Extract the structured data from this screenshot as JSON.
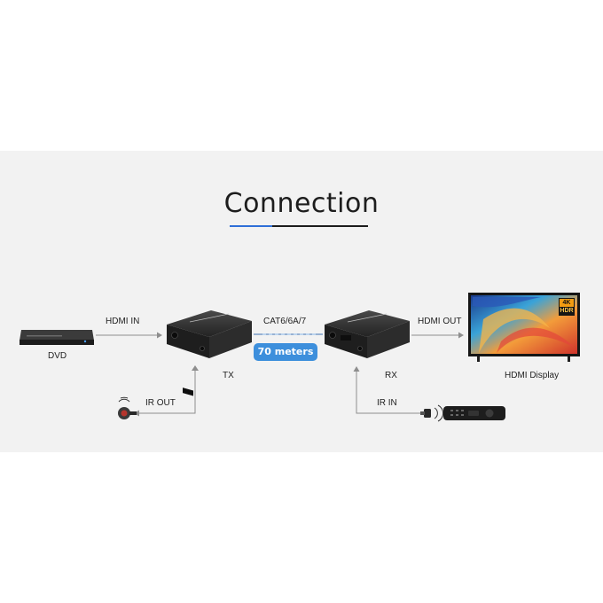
{
  "title": "Connection",
  "colors": {
    "accent_blue": "#3d8fdc",
    "line_gray": "#8e8e8e",
    "device_dark": "#2c2c2c",
    "tv_badge_orange": "#f39c12"
  },
  "diagram": {
    "source": {
      "label": "DVD",
      "icon": "dvd-player-icon"
    },
    "link_source_tx": {
      "label": "HDMI IN"
    },
    "transmitter": {
      "label": "TX",
      "icon": "extender-box-icon"
    },
    "cable": {
      "label": "CAT6/6A/7",
      "distance": "70 meters"
    },
    "receiver": {
      "label": "RX",
      "icon": "extender-box-icon"
    },
    "link_rx_display": {
      "label": "HDMI OUT"
    },
    "display": {
      "label": "HDMI Display",
      "icon": "tv-icon",
      "badge_top": "4K",
      "badge_bottom": "HDR"
    },
    "ir_out": {
      "label": "IR OUT",
      "icon": "ir-emitter-icon"
    },
    "ir_in": {
      "label": "IR IN",
      "icon": "ir-receiver-icon",
      "remote_icon": "remote-control-icon"
    }
  }
}
